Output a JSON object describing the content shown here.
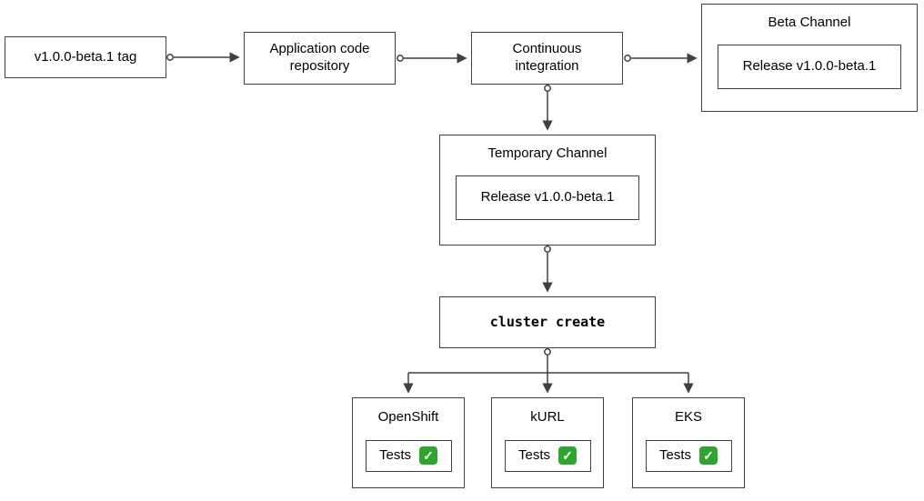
{
  "colors": {
    "box_border": "#404040",
    "box_fill": "#ffffff",
    "text": "#000000",
    "check_green": "#2ea52e",
    "check_mark": "#ffffff"
  },
  "icons": {
    "check": "✓"
  },
  "nodes": {
    "tag": {
      "label": "v1.0.0-beta.1 tag"
    },
    "repo": {
      "label": "Application code repository"
    },
    "ci": {
      "label": "Continuous integration"
    },
    "beta_channel": {
      "title": "Beta Channel",
      "release": "Release v1.0.0-beta.1"
    },
    "temp_channel": {
      "title": "Temporary Channel",
      "release": "Release v1.0.0-beta.1"
    },
    "cluster_create": {
      "label": "cluster create"
    },
    "openshift": {
      "title": "OpenShift",
      "tests_label": "Tests"
    },
    "kurl": {
      "title": "kURL",
      "tests_label": "Tests"
    },
    "eks": {
      "title": "EKS",
      "tests_label": "Tests"
    }
  }
}
